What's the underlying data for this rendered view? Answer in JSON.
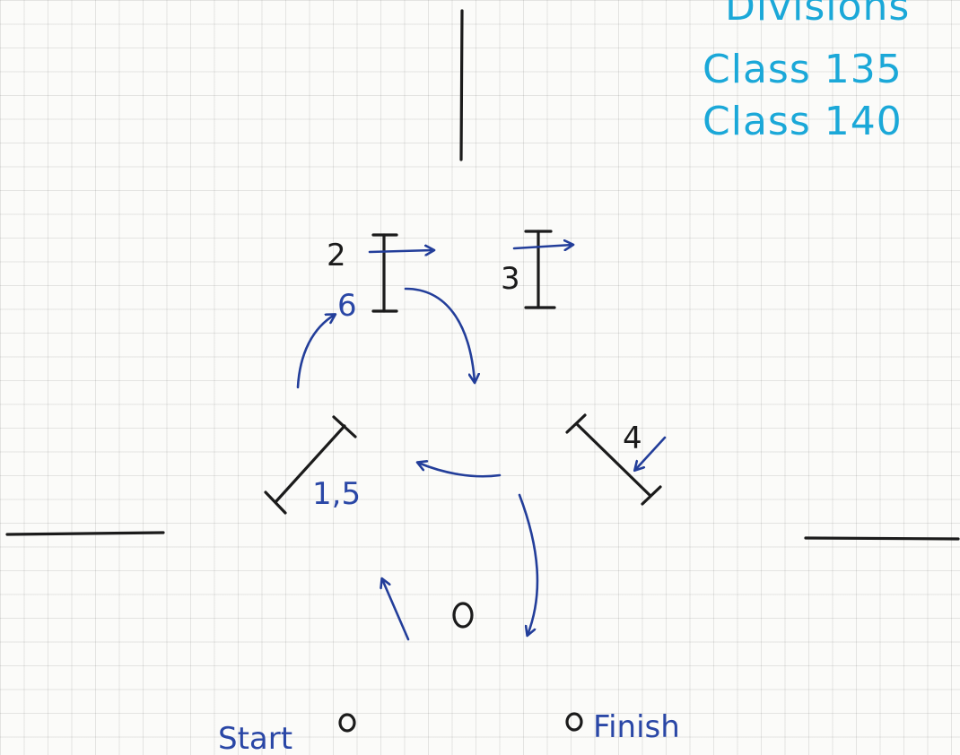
{
  "divisions": {
    "heading": "Divisions",
    "classes": [
      "Class 135",
      "Class 140"
    ],
    "color": "#1ba8d8"
  },
  "fence_labels": {
    "fence_2": "2",
    "fence_6": "6",
    "fence_3": "3",
    "fence_4": "4",
    "fence_1_5": "1,5"
  },
  "markers": {
    "start_label": "Start",
    "finish_label": "Finish"
  },
  "colors": {
    "ink": "#1b1b1b",
    "route": "#233e9a",
    "paper": "#fbfbf9"
  }
}
